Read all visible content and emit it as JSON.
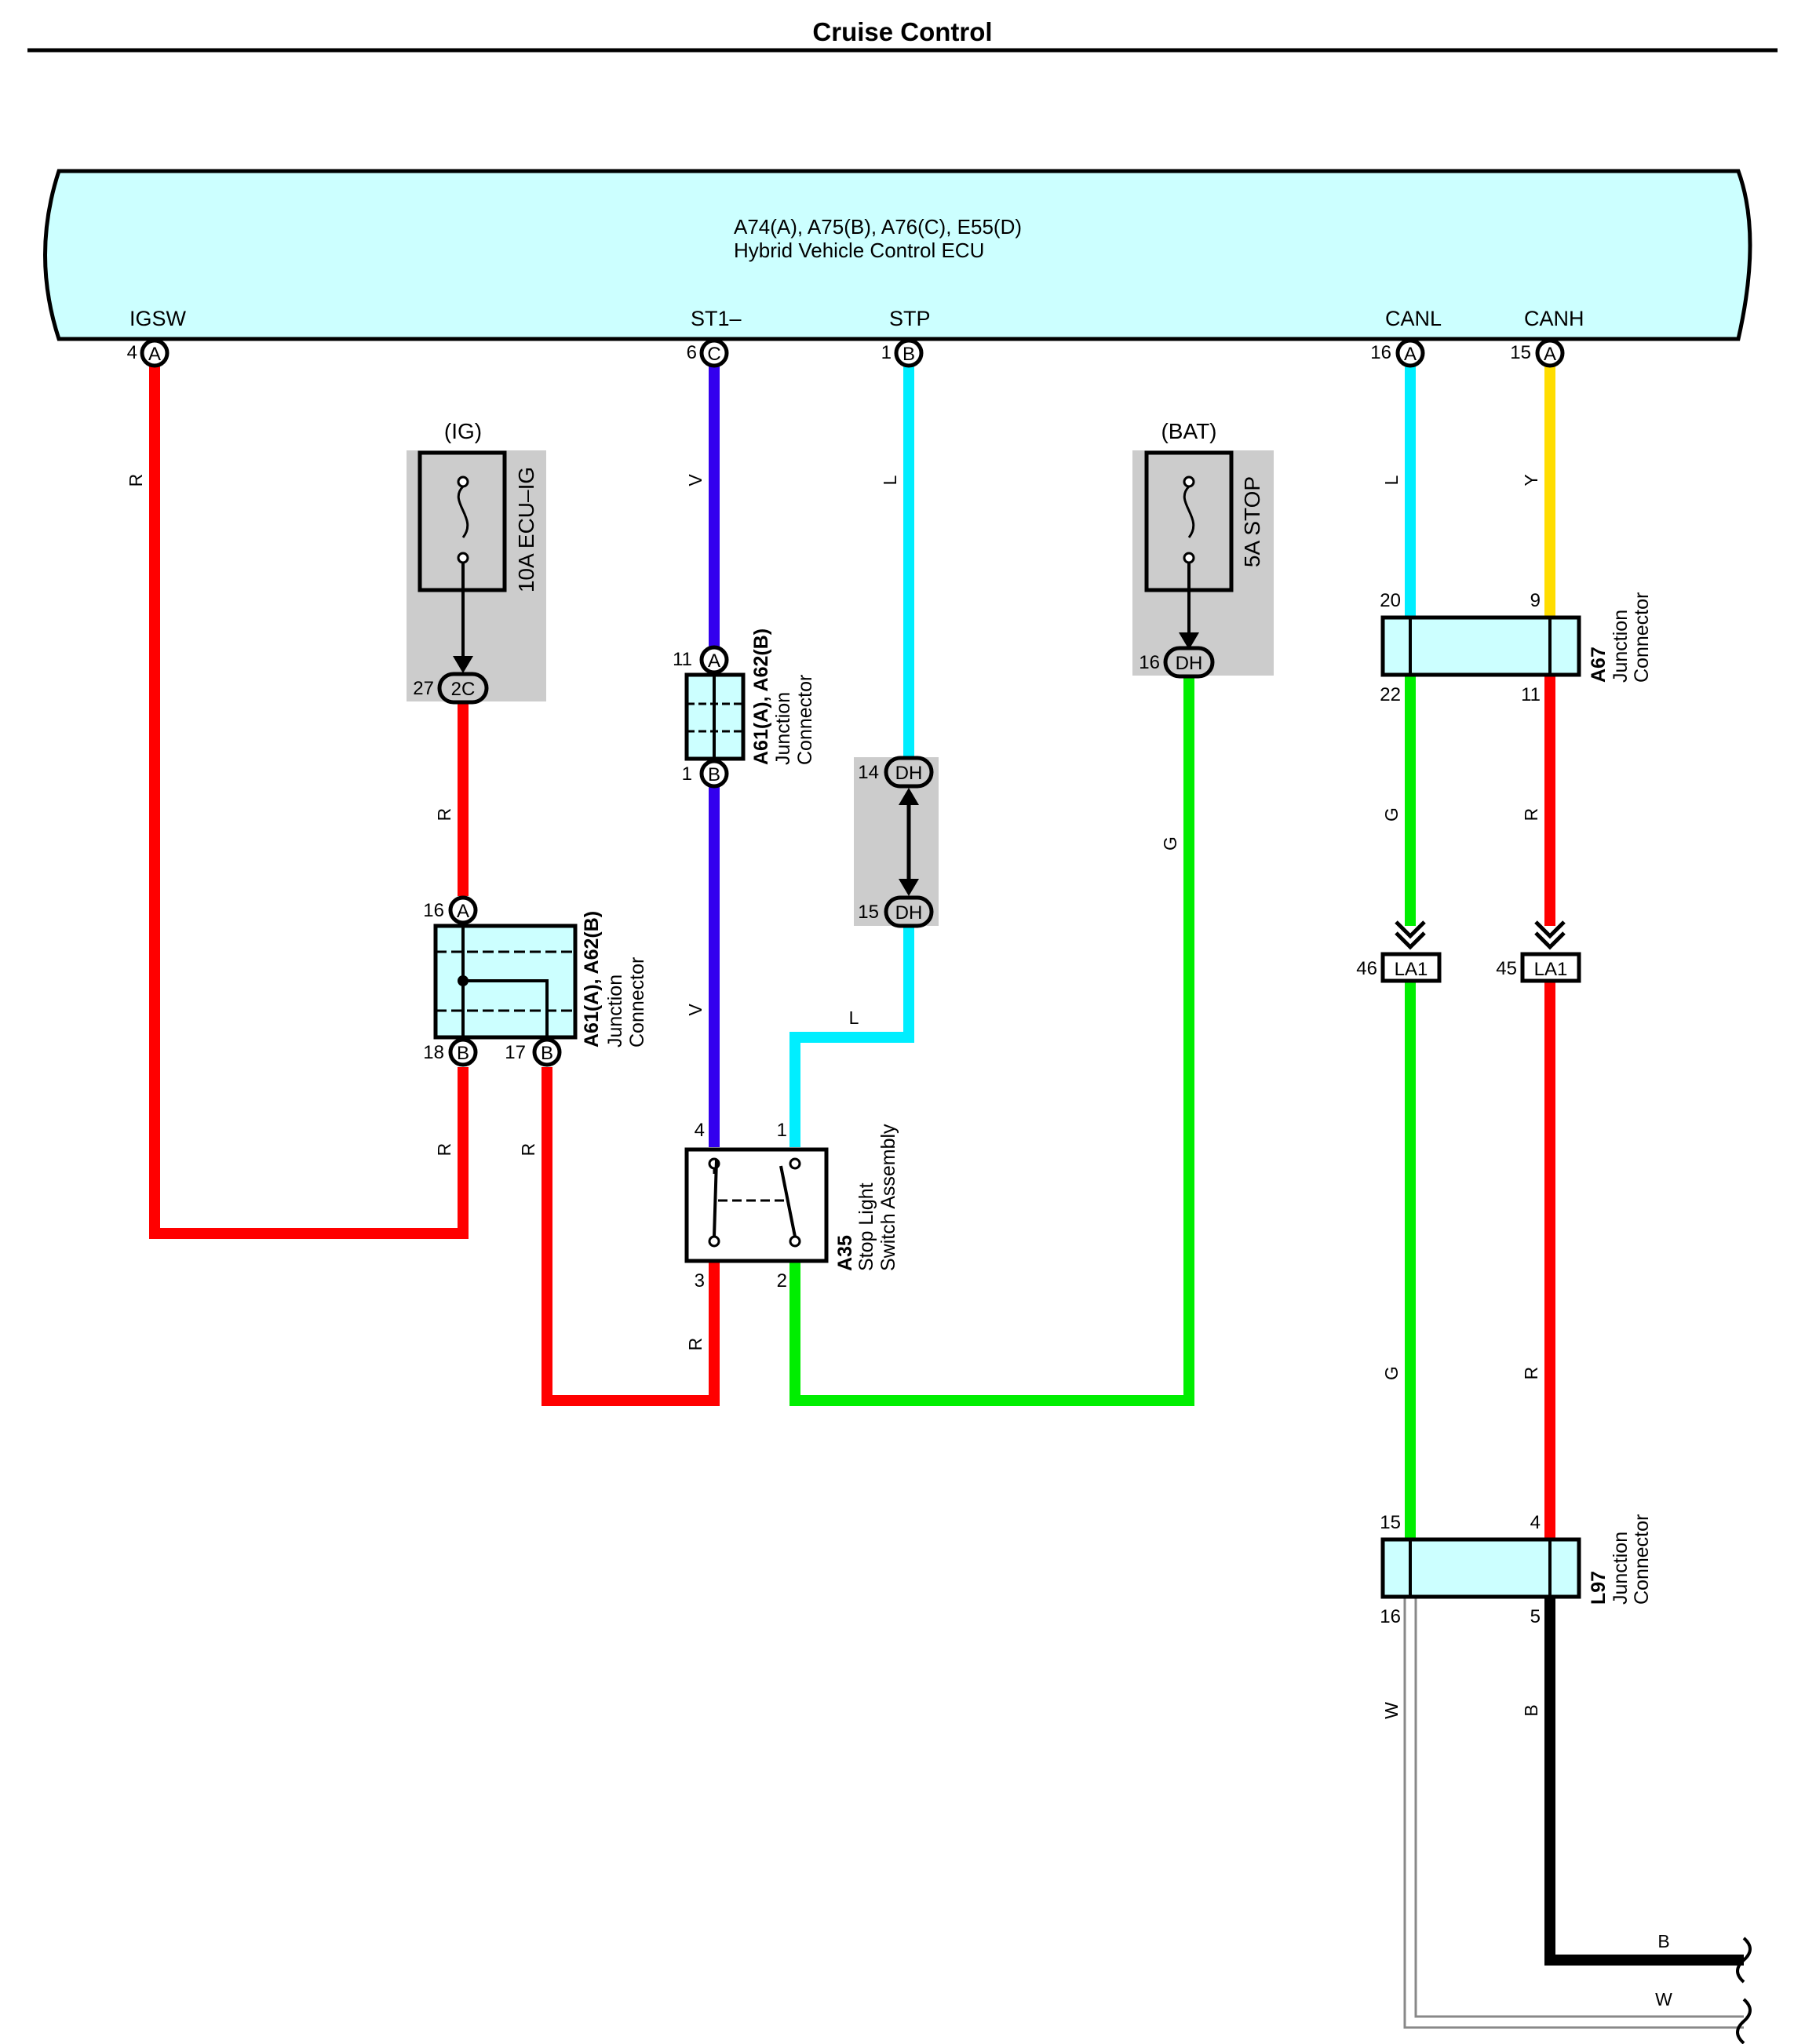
{
  "title": "Cruise Control",
  "ecu": {
    "connectors": "A74(A), A75(B), A76(C), E55(D)",
    "name": "Hybrid Vehicle Control ECU",
    "terminals": [
      {
        "signal": "IGSW",
        "pin": "4",
        "connector": "A",
        "wire": "R"
      },
      {
        "signal": "ST1–",
        "pin": "6",
        "connector": "C",
        "wire": "V"
      },
      {
        "signal": "STP",
        "pin": "1",
        "connector": "B",
        "wire": "L"
      },
      {
        "signal": "CANL",
        "pin": "16",
        "connector": "A",
        "wire": "L"
      },
      {
        "signal": "CANH",
        "pin": "15",
        "connector": "A",
        "wire": "Y"
      }
    ]
  },
  "fuse_ig": {
    "source": "(IG)",
    "name": "10A ECU–IG",
    "pin": "27",
    "connector": "2C"
  },
  "fuse_bat": {
    "source": "(BAT)",
    "name": "5A STOP",
    "pin": "16",
    "connector": "DH"
  },
  "junction_left": {
    "id": "A61(A), A62(B)",
    "line1": "Junction",
    "line2": "Connector",
    "pin_in": "16",
    "conn_in": "A",
    "pin_out1": "18",
    "conn_out1": "B",
    "pin_out2": "17",
    "conn_out2": "B"
  },
  "junction_mid": {
    "id": "A61(A), A62(B)",
    "line1": "Junction",
    "line2": "Connector",
    "pin_in": "11",
    "conn_in": "A",
    "pin_out": "1",
    "conn_out": "B"
  },
  "dh_link": {
    "pin_top": "14",
    "conn_top": "DH",
    "pin_bottom": "15",
    "conn_bottom": "DH"
  },
  "stop_switch": {
    "id": "A35",
    "line1": "Stop Light",
    "line2": "Switch Assembly",
    "pins": [
      "4",
      "1",
      "3",
      "2"
    ]
  },
  "a67": {
    "id": "A67",
    "line1": "Junction",
    "line2": "Connector",
    "pins": [
      "20",
      "9",
      "22",
      "11"
    ]
  },
  "la1": {
    "left_pin": "46",
    "right_pin": "45",
    "label": "LA1"
  },
  "l97": {
    "id": "L97",
    "line1": "Junction",
    "line2": "Connector",
    "pins": [
      "15",
      "4",
      "16",
      "5"
    ]
  },
  "wire_labels": {
    "r": "R",
    "v": "V",
    "l": "L",
    "g": "G",
    "y": "Y",
    "b": "B",
    "w": "W"
  },
  "colors": {
    "R": "#ff0000",
    "V": "#3300ee",
    "L": "#00eeff",
    "G": "#00ee00",
    "Y": "#ffdd00",
    "B": "#000000",
    "W": "#ffffff",
    "ecu": "#ccffff",
    "fuse_bg": "#cccccc"
  }
}
